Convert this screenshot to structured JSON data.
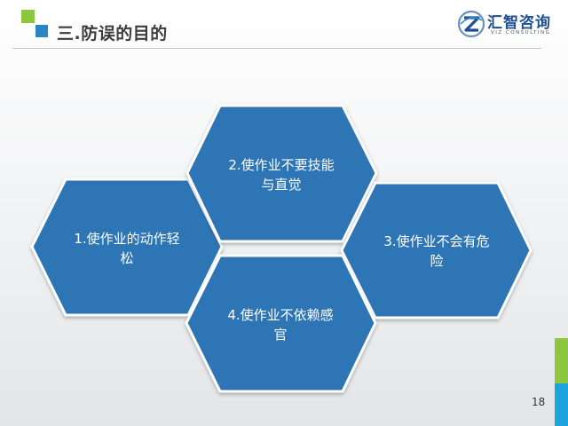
{
  "header": {
    "title": "三.防误的目的"
  },
  "logo": {
    "name_cn": "汇智咨询",
    "name_en": "VIZ CONSULTING",
    "icon": "viz-logo-icon"
  },
  "diagram": {
    "items": [
      {
        "number": "1",
        "line1": "1.使作业的动作轻",
        "line2": "松"
      },
      {
        "number": "2",
        "line1": "2.使作业不要技能",
        "line2": "与直觉"
      },
      {
        "number": "3",
        "line1": "3.使作业不会有危",
        "line2": "险"
      },
      {
        "number": "4",
        "line1": "4.使作业不依赖感",
        "line2": "官"
      }
    ]
  },
  "colors": {
    "hex_fill": "#2e75b6",
    "accent_green": "#8dc63f",
    "accent_blue": "#2a84c6",
    "bar_blue": "#1ea3dc",
    "logo_blue": "#1e4f93"
  },
  "footer": {
    "page_number": "18"
  }
}
